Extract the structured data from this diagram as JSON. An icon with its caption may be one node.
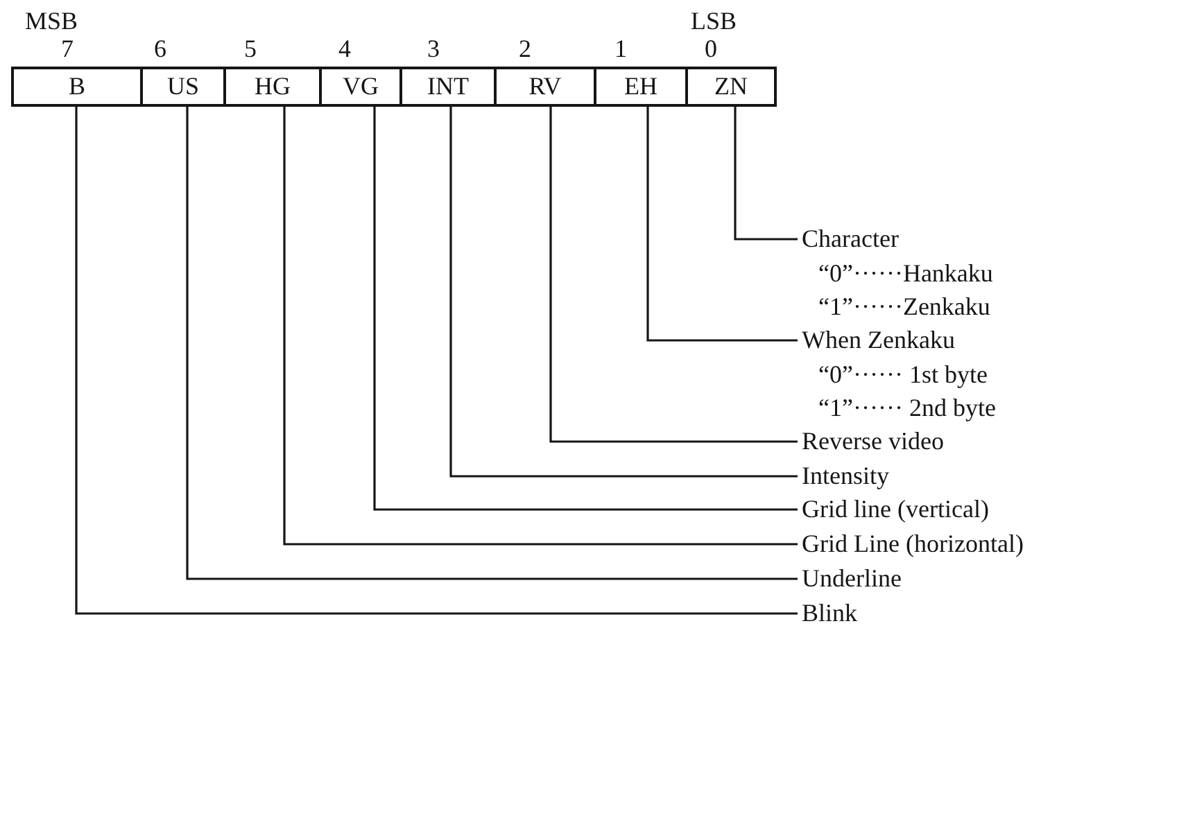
{
  "diagram": {
    "nodes": [
      {
        "text": [
          "B"
        ]
      },
      {
        "text": [
          "US"
        ]
      },
      {
        "text": [
          "HG"
        ]
      },
      {
        "text": [
          "VG"
        ]
      },
      {
        "text": [
          "INT"
        ]
      },
      {
        "text": [
          "RV"
        ]
      },
      {
        "text": [
          "EH"
        ]
      },
      {
        "text": [
          "ZN"
        ]
      },
      {
        "text": [
          "Character",
          "“0”······Hankaku",
          "“1”······Zenkaku"
        ]
      },
      {
        "text": [
          "When Zenkaku",
          "“0”······ 1st byte",
          "“1”······ 2nd byte"
        ]
      },
      {
        "text": [
          "Reverse video"
        ]
      },
      {
        "text": [
          "Intensity"
        ]
      },
      {
        "text": [
          "Grid line (vertical)"
        ]
      },
      {
        "text": [
          "Grid Line (horizontal)"
        ]
      },
      {
        "text": [
          "Underline"
        ]
      },
      {
        "text": [
          "Blink"
        ]
      }
    ],
    "edges": [
      {
        "from": 7,
        "to": 8,
        "arrow": "none"
      },
      {
        "from": 6,
        "to": 9,
        "arrow": "none"
      },
      {
        "from": 5,
        "to": 10,
        "arrow": "none"
      },
      {
        "from": 4,
        "to": 11,
        "arrow": "none"
      },
      {
        "from": 3,
        "to": 12,
        "arrow": "none"
      },
      {
        "from": 2,
        "to": 13,
        "arrow": "none"
      },
      {
        "from": 1,
        "to": 14,
        "arrow": "none"
      },
      {
        "from": 0,
        "to": 15,
        "arrow": "none"
      }
    ],
    "labels": [
      "MSB",
      "LSB",
      "7",
      "6",
      "5",
      "4",
      "3",
      "2",
      "1",
      "0"
    ]
  }
}
